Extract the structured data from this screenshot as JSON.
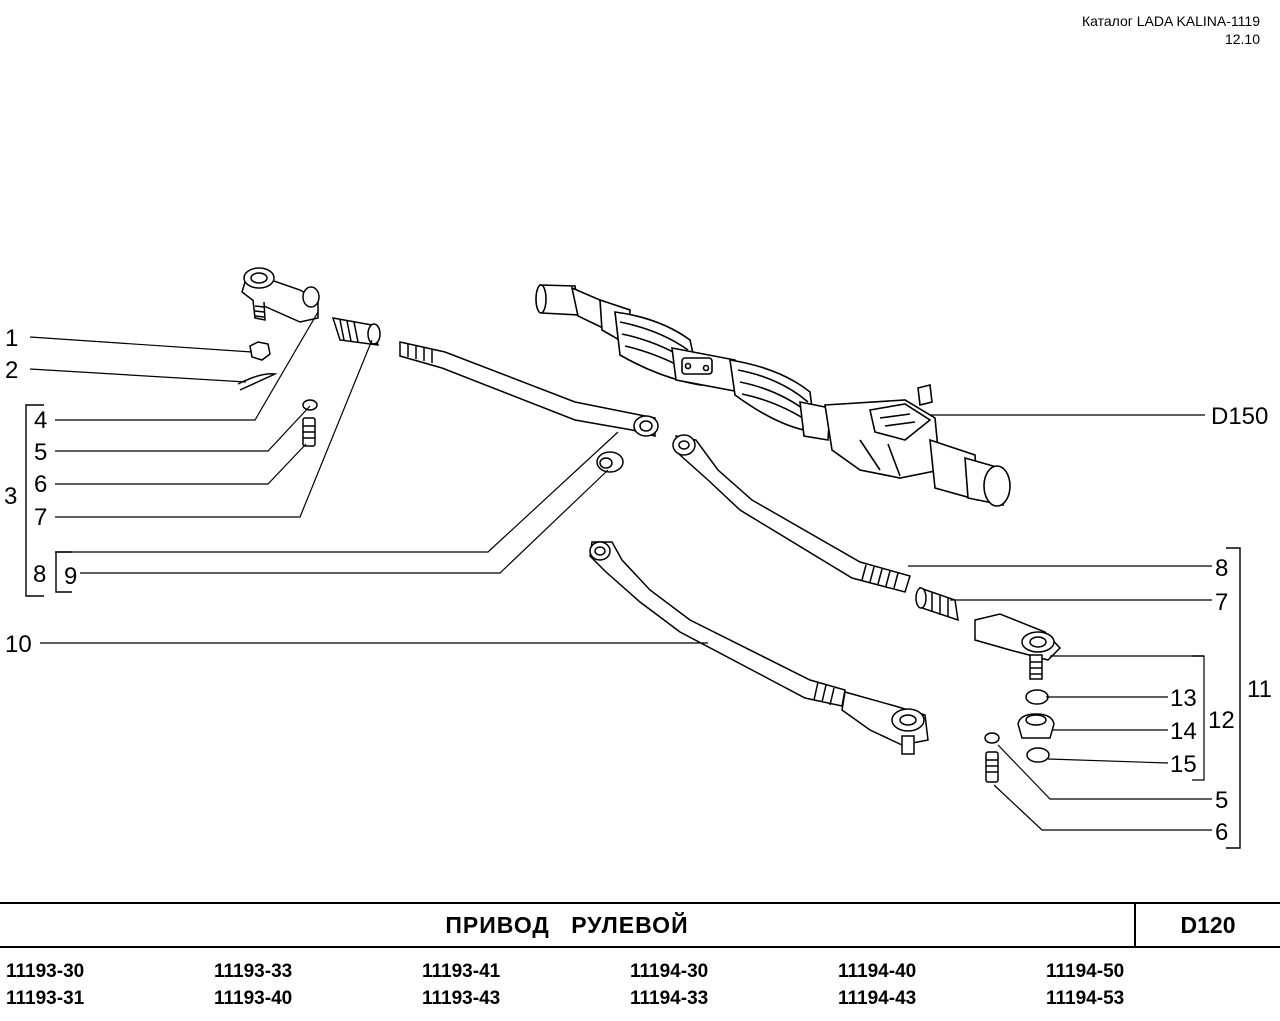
{
  "header": {
    "catalog": "Каталог LADA KALINA-1119",
    "date": "12.10"
  },
  "callouts": {
    "c1": "1",
    "c2": "2",
    "c3": "3",
    "c4": "4",
    "c5": "5",
    "c6": "6",
    "c7": "7",
    "c8": "8",
    "c9": "9",
    "c10": "10",
    "r8": "8",
    "r7": "7",
    "r11": "11",
    "r12": "12",
    "r13": "13",
    "r14": "14",
    "r15": "15",
    "r5": "5",
    "r6": "6",
    "ref": "D150"
  },
  "title_bar": {
    "title": "ПРИВОД   РУЛЕВОЙ",
    "code": "D120"
  },
  "models": [
    [
      "11193-30",
      "11193-31"
    ],
    [
      "11193-33",
      "11193-40"
    ],
    [
      "11193-41",
      "11193-43"
    ],
    [
      "11194-30",
      "11194-33"
    ],
    [
      "11194-40",
      "11194-43"
    ],
    [
      "11194-50",
      "11194-53"
    ]
  ],
  "colors": {
    "ink": "#000000",
    "paper": "#ffffff"
  }
}
